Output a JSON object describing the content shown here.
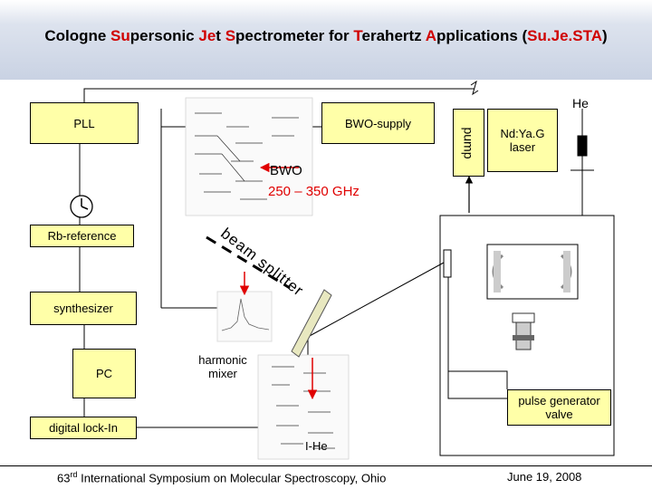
{
  "title": {
    "parts": [
      {
        "text": "Cologne ",
        "hl": false
      },
      {
        "text": "Su",
        "hl": true
      },
      {
        "text": "personic ",
        "hl": false
      },
      {
        "text": "Je",
        "hl": true
      },
      {
        "text": "t ",
        "hl": false
      },
      {
        "text": "S",
        "hl": true
      },
      {
        "text": "pectrometer for ",
        "hl": false
      },
      {
        "text": "T",
        "hl": true
      },
      {
        "text": "erahertz ",
        "hl": false
      },
      {
        "text": "A",
        "hl": true
      },
      {
        "text": "pplications (",
        "hl": false
      },
      {
        "text": "Su.Je.STA",
        "hl": true
      },
      {
        "text": ")",
        "hl": false
      }
    ]
  },
  "boxes": {
    "pll": "PLL",
    "bwo_supply": "BWO-supply",
    "rb_reference": "Rb-reference",
    "synthesizer": "synthesizer",
    "pc": "PC",
    "digital_lockin": "digital lock-In",
    "pump": "pump",
    "nd_yag": "Nd:Ya.G laser",
    "pulse_generator": "pulse generator valve"
  },
  "labels": {
    "he": "He",
    "bwo": "BWO",
    "frequency": "250 – 350 GHz",
    "beam_splitter": "beam splitter",
    "harmonic_mixer": "harmonic mixer",
    "i_he": "I-He"
  },
  "footer": {
    "conference_prefix": "63",
    "conference_sup": "rd",
    "conference_rest": " International Symposium on Molecular Spectroscopy, Ohio",
    "date": "June 19, 2008"
  },
  "colors": {
    "box_fill": "#ffffa8",
    "title_highlight": "#d00000",
    "label_red": "#e00000",
    "arrow_red": "#e00000",
    "mirror_fill": "#e8e8c0",
    "title_band": "#c9d2e3"
  }
}
